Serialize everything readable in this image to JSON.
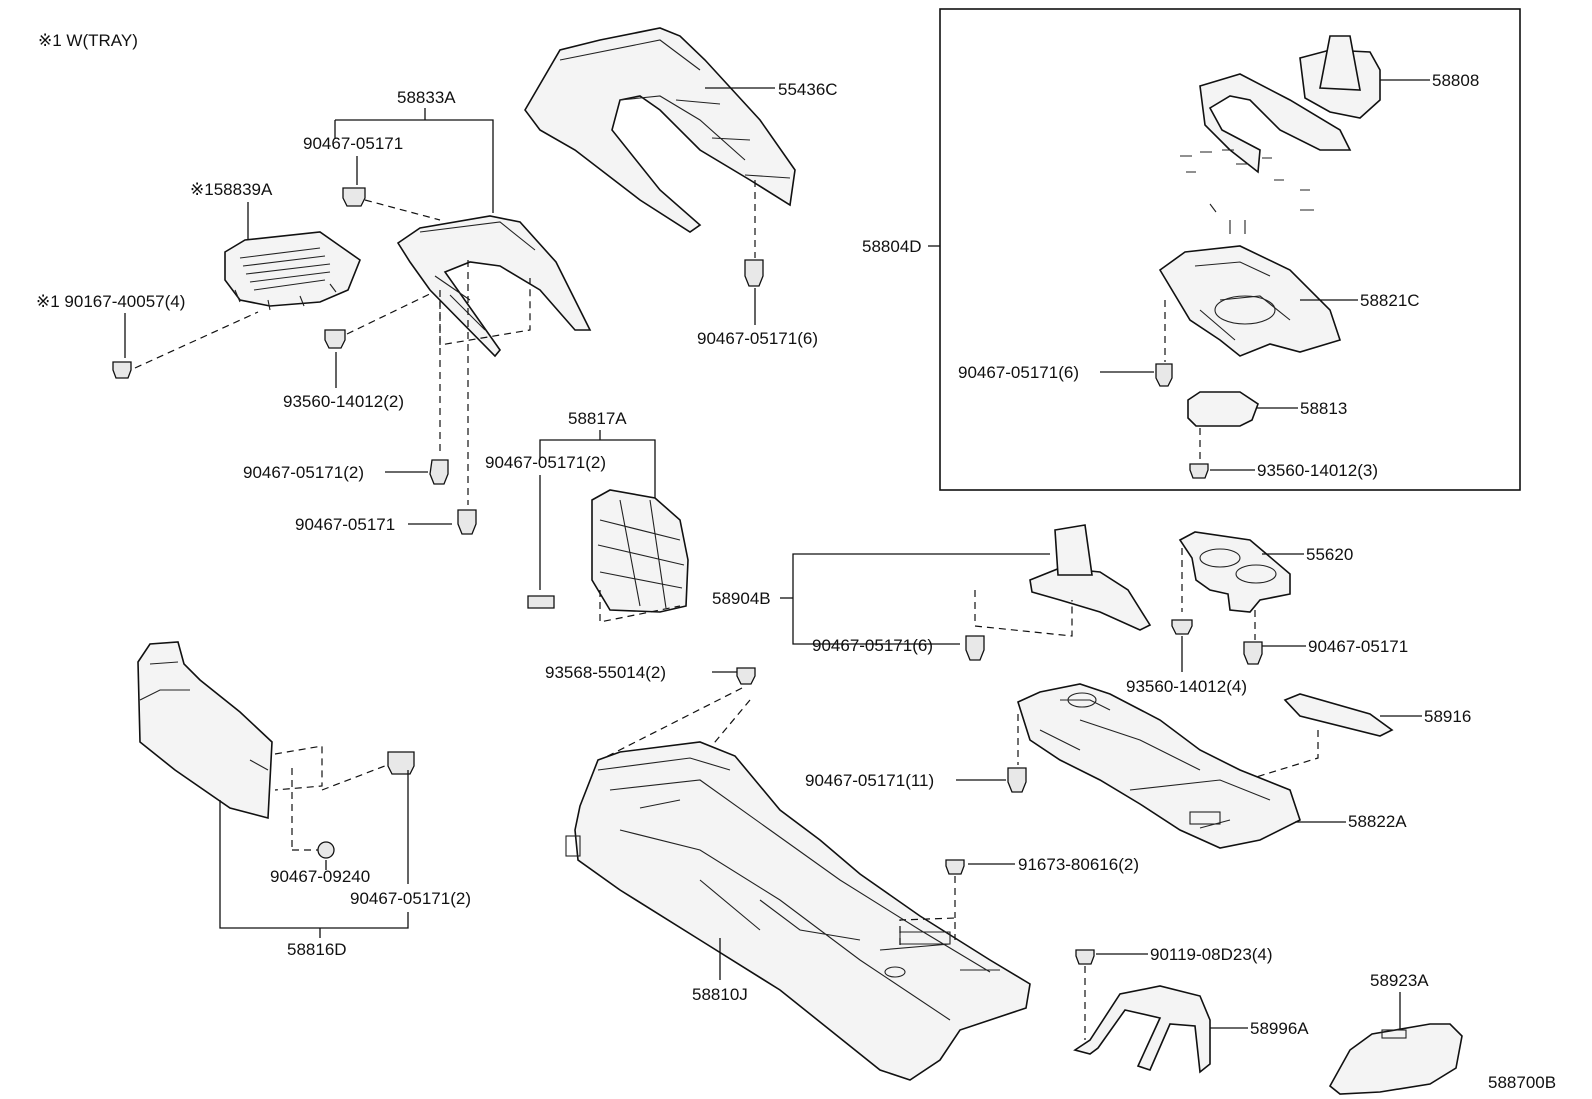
{
  "note": "※1 W(TRAY)",
  "figure_code": "588700B",
  "labels": {
    "l_58833A": "58833A",
    "l_90467_05171_a": "90467-05171",
    "l_58839A": "※158839A",
    "l_90167_40057": "※1 90167-40057(4)",
    "l_93560_14012_2": "93560-14012(2)",
    "l_90467_05171_2a": "90467-05171(2)",
    "l_90467_05171_b": "90467-05171",
    "l_55436C": "55436C",
    "l_90467_05171_6a": "90467-05171(6)",
    "l_58817A": "58817A",
    "l_90467_05171_2b": "90467-05171(2)",
    "l_58804D": "58804D",
    "l_58808": "58808",
    "l_58821C": "58821C",
    "l_90467_05171_6b": "90467-05171(6)",
    "l_58813": "58813",
    "l_93560_14012_3": "93560-14012(3)",
    "l_58904B": "58904B",
    "l_90467_05171_6c": "90467-05171(6)",
    "l_55620": "55620",
    "l_90467_05171_c": "90467-05171",
    "l_93560_14012_4": "93560-14012(4)",
    "l_93568_55014": "93568-55014(2)",
    "l_58916": "58916",
    "l_90467_05171_11": "90467-05171(11)",
    "l_58822A": "58822A",
    "l_91673_80616": "91673-80616(2)",
    "l_90467_09240": "90467-09240",
    "l_90467_05171_2c": "90467-05171(2)",
    "l_58816D": "58816D",
    "l_58810J": "58810J",
    "l_90119_08D23": "90119-08D23(4)",
    "l_58996A": "58996A",
    "l_58923A": "58923A"
  }
}
